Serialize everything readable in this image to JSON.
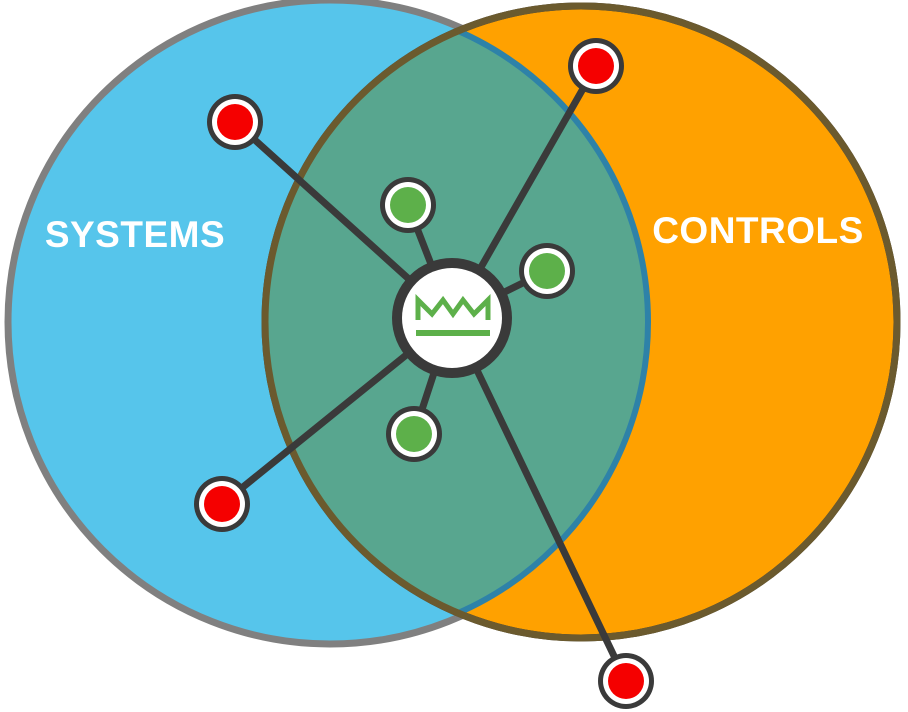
{
  "diagram": {
    "circles": {
      "left": {
        "label": "SYSTEMS",
        "fill": "#56C5EB",
        "stroke": "#808080"
      },
      "right": {
        "label": "CONTROLS",
        "fill": "#FFA100",
        "stroke": "#3A3A3A"
      },
      "overlap_fill": "#58A68F"
    },
    "hub": {
      "icon": "crown-icon",
      "icon_color": "#5DB04A",
      "ring_color": "#3A3A3A",
      "center_fill": "#FFFFFF"
    },
    "nodes": [
      {
        "name": "red-node-top-left",
        "status": "red",
        "color": "#F50000"
      },
      {
        "name": "red-node-top-right",
        "status": "red",
        "color": "#F50000"
      },
      {
        "name": "red-node-bottom-left",
        "status": "red",
        "color": "#F50000"
      },
      {
        "name": "red-node-bottom-right",
        "status": "red",
        "color": "#F50000"
      },
      {
        "name": "green-node-upper",
        "status": "green",
        "color": "#5DB04A"
      },
      {
        "name": "green-node-right",
        "status": "green",
        "color": "#5DB04A"
      },
      {
        "name": "green-node-lower",
        "status": "green",
        "color": "#5DB04A"
      }
    ],
    "connector_color": "#3A3A3A"
  }
}
